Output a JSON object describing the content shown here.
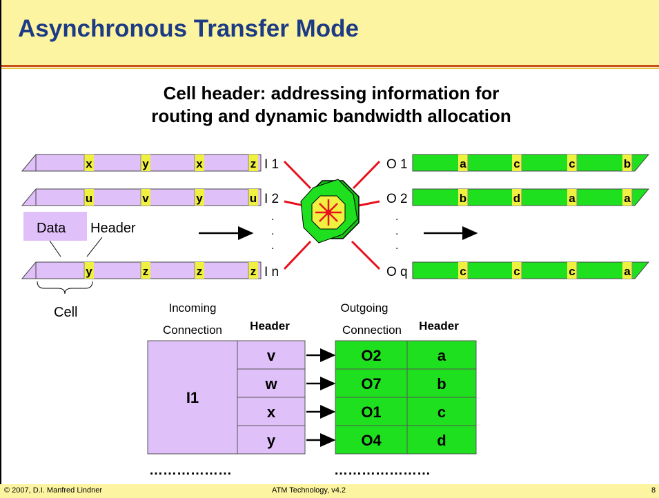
{
  "title": "Asynchronous Transfer Mode",
  "subtitle_line1": "Cell header: addressing information for",
  "subtitle_line2": "routing and dynamic bandwidth allocation",
  "incoming_streams": [
    {
      "label": "I 1",
      "headers": [
        "x",
        "y",
        "x",
        "z"
      ]
    },
    {
      "label": "I 2",
      "headers": [
        "u",
        "v",
        "y",
        "u"
      ]
    },
    {
      "label": "I n",
      "headers": [
        "y",
        "z",
        "z",
        "z"
      ]
    }
  ],
  "outgoing_streams": [
    {
      "label": "O 1",
      "headers": [
        "a",
        "c",
        "c",
        "b"
      ]
    },
    {
      "label": "O 2",
      "headers": [
        "b",
        "d",
        "a",
        "a"
      ]
    },
    {
      "label": "O q",
      "headers": [
        "c",
        "c",
        "c",
        "a"
      ]
    }
  ],
  "labels": {
    "data": "Data",
    "header": "Header",
    "cell": "Cell"
  },
  "table": {
    "incoming_heading_line1": "Incoming",
    "incoming_heading_line2": "Connection",
    "header_heading": "Header",
    "outgoing_heading_line1": "Outgoing",
    "outgoing_heading_line2": "Connection",
    "out_header_heading": "Header",
    "incoming_connection": "I1",
    "rows": [
      {
        "in_header": "v",
        "out_connection": "O2",
        "out_header": "a"
      },
      {
        "in_header": "w",
        "out_connection": "O7",
        "out_header": "b"
      },
      {
        "in_header": "x",
        "out_connection": "O1",
        "out_header": "c"
      },
      {
        "in_header": "y",
        "out_connection": "O4",
        "out_header": "d"
      }
    ],
    "continuation_left": "………………",
    "continuation_right": "…………………"
  },
  "footer": {
    "copyright": "© 2007, D.I. Manfred Lindner",
    "course": "ATM Technology, v4.2",
    "page": "8"
  },
  "colors": {
    "incoming_cell": "#e0c0f8",
    "outgoing_cell": "#1fe01f",
    "header_cell": "#f0f040",
    "title_bg": "#fcf4a0",
    "title_text": "#1d3b84",
    "switch_lines": "#e8101c"
  }
}
